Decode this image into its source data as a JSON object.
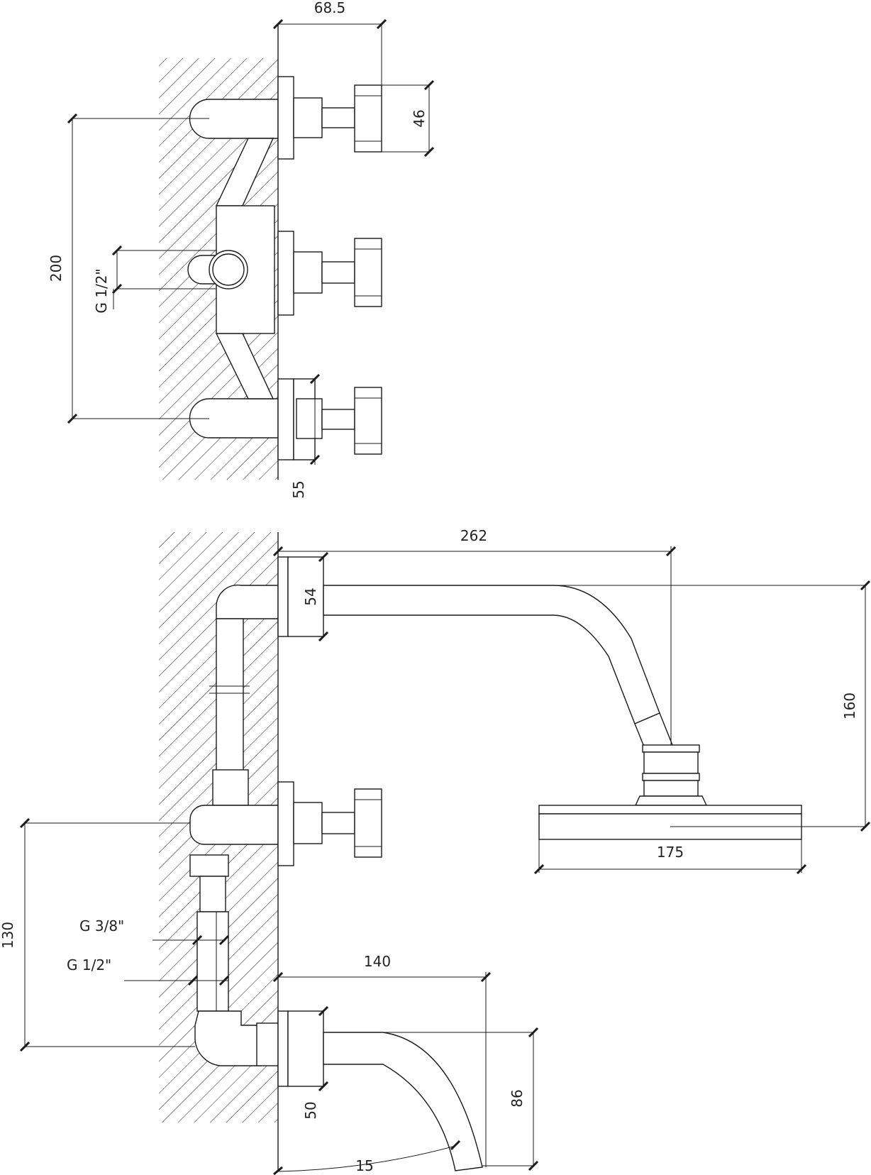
{
  "drawing": {
    "top_view": {
      "labels": {
        "depth": "68.5",
        "handle_height": "46",
        "centre_distance": "200",
        "thread": "G 1/2\"",
        "plate_depth": "55"
      }
    },
    "side_view": {
      "labels": {
        "arm_length": "262",
        "flange_height": "54",
        "arm_drop": "160",
        "head_diameter": "175",
        "inlet_height": "130",
        "thread_small": "G 3/8\"",
        "thread_large": "G 1/2\"",
        "spout_length": "140",
        "spout_flange": "50",
        "spout_drop": "86",
        "spout_angle": "15"
      }
    },
    "colors": {
      "line": "#1a1a1a",
      "background": "#ffffff"
    }
  }
}
